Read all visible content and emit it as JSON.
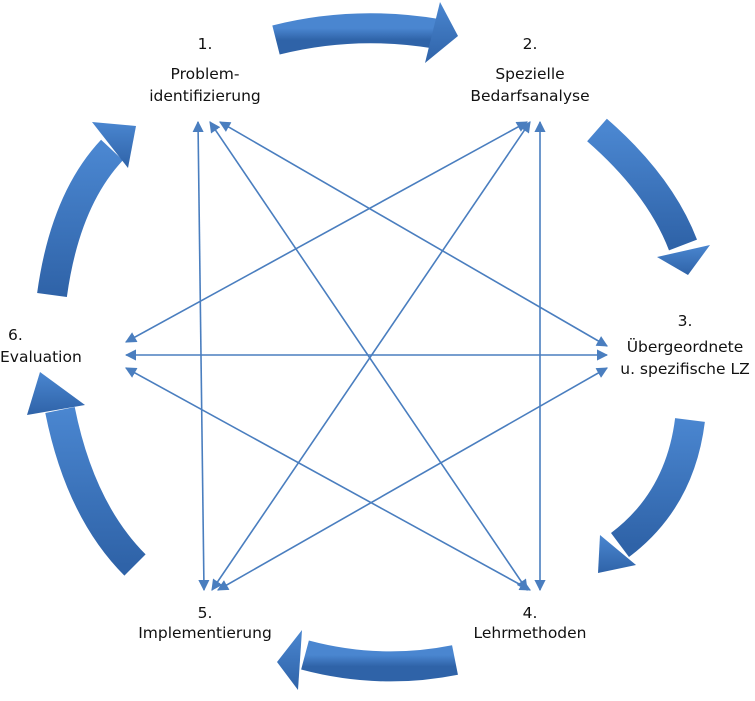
{
  "colors": {
    "arrow": "#3a70b8",
    "arrow_light": "#4a86d0",
    "line": "#4a7ebf"
  },
  "nodes": [
    {
      "number": "1.",
      "lines": [
        "Problem-",
        "identifizierung"
      ]
    },
    {
      "number": "2.",
      "lines": [
        "Spezielle",
        "Bedarfsanalyse"
      ]
    },
    {
      "number": "3.",
      "lines": [
        "Übergeordnete",
        "u. spezifische LZ"
      ]
    },
    {
      "number": "4.",
      "lines": [
        "Lehrmethoden"
      ]
    },
    {
      "number": "5.",
      "lines": [
        "Implementierung"
      ]
    },
    {
      "number": "6.",
      "lines": [
        "Evaluation"
      ]
    }
  ],
  "connections": [
    [
      "1",
      "5"
    ],
    [
      "1",
      "4"
    ],
    [
      "1",
      "3"
    ],
    [
      "2",
      "6"
    ],
    [
      "2",
      "5"
    ],
    [
      "2",
      "4"
    ],
    [
      "3",
      "6"
    ],
    [
      "3",
      "5"
    ],
    [
      "6",
      "4"
    ]
  ],
  "cycle": [
    [
      "1",
      "2"
    ],
    [
      "2",
      "3"
    ],
    [
      "3",
      "4"
    ],
    [
      "4",
      "5"
    ],
    [
      "5",
      "6"
    ],
    [
      "6",
      "1"
    ]
  ]
}
